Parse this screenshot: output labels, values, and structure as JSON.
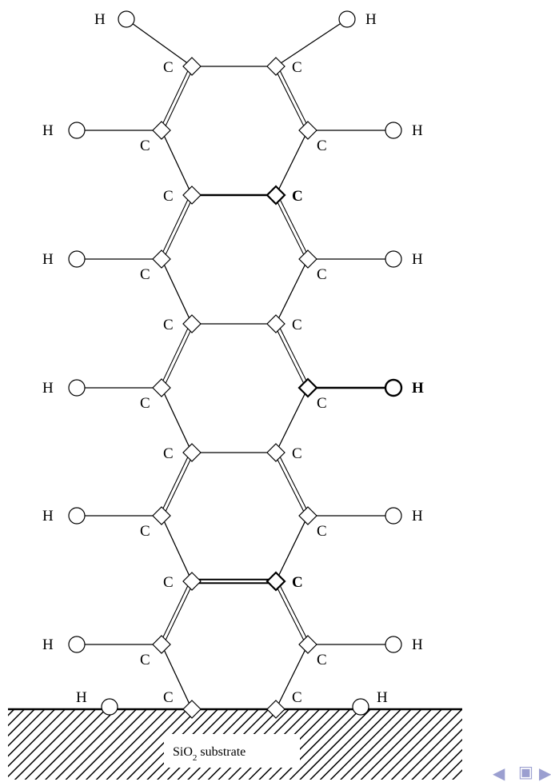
{
  "labels": {
    "carbon": "C",
    "hydrogen": "H"
  },
  "substrate": {
    "name": "SiO",
    "subscript": "2",
    "suffix": " substrate"
  },
  "colors": {
    "line": "#000000",
    "background": "#ffffff",
    "nav": "#9b9fd0"
  },
  "icons": [
    "nav-prev-icon",
    "nav-doc-icon",
    "nav-next-icon"
  ]
}
